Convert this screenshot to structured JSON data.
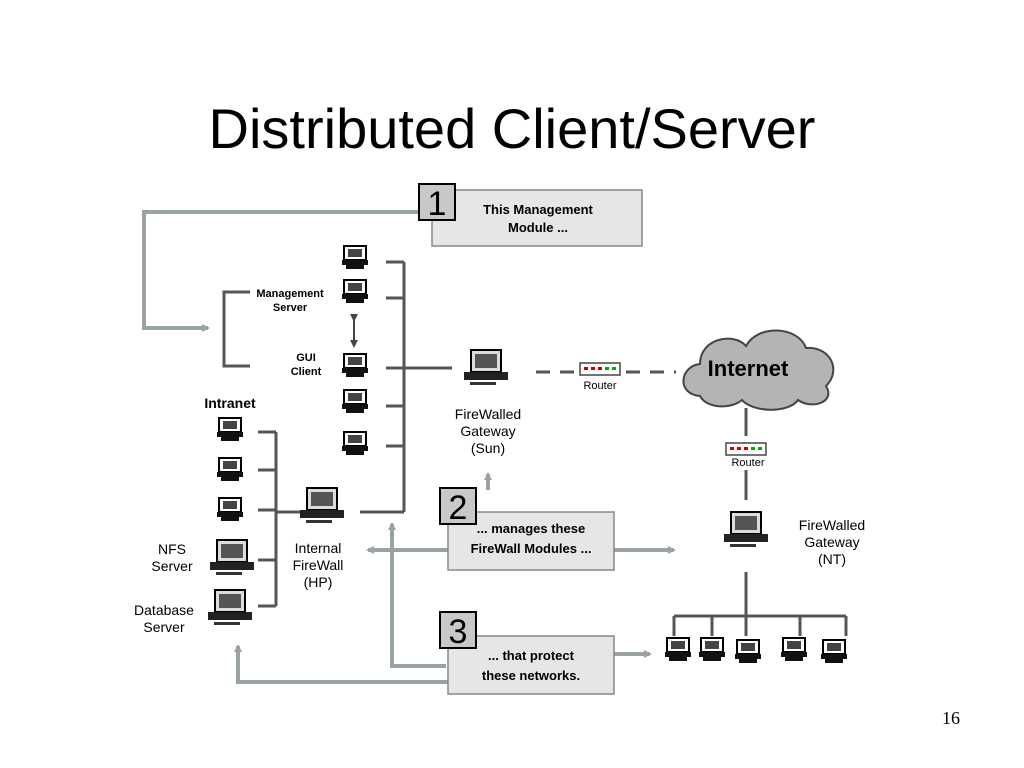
{
  "slide": {
    "title": "Distributed Client/Server",
    "page_number": "16"
  },
  "diagram": {
    "callouts": [
      {
        "number": "1",
        "line1": "This Management",
        "line2": "Module ..."
      },
      {
        "number": "2",
        "line1": "... manages these",
        "line2": "FireWall Modules ..."
      },
      {
        "number": "3",
        "line1": "... that protect",
        "line2": "these networks."
      }
    ],
    "labels": {
      "management_server_1": "Management",
      "management_server_2": "Server",
      "gui_client_1": "GUI",
      "gui_client_2": "Client",
      "intranet": "Intranet",
      "nfs_server_1": "NFS",
      "nfs_server_2": "Server",
      "database_server_1": "Database",
      "database_server_2": "Server",
      "internal_firewall_1": "Internal",
      "internal_firewall_2": "FireWall",
      "internal_firewall_3": "(HP)",
      "gateway_sun_1": "FireWalled",
      "gateway_sun_2": "Gateway",
      "gateway_sun_3": "(Sun)",
      "router_1": "Router",
      "router_2": "Router",
      "internet": "Internet",
      "gateway_nt_1": "FireWalled",
      "gateway_nt_2": "Gateway",
      "gateway_nt_3": "(NT)"
    },
    "colors": {
      "arrow": "#9aa3a3",
      "callout_fill": "#e6e6e6",
      "number_fill": "#c8c8c8",
      "line": "#555555",
      "cloud": "#b4b4b4"
    }
  }
}
